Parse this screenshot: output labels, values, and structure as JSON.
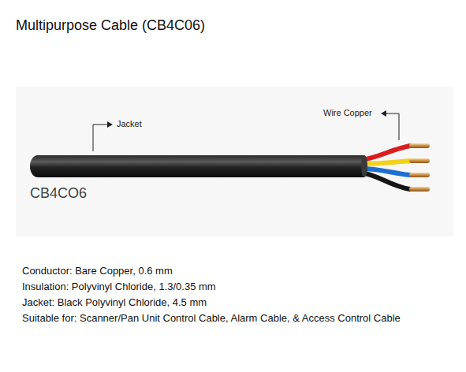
{
  "diagram": {
    "title": "Multipurpose Cable (CB4C06)",
    "labels": [
      "Jacket",
      "Wire Copper",
      "CB4CO6",
      "Conductor: Bare Copper, 0.6 mm",
      "Insulation: Polyvinyl Chloride, 1.3/0.35 mm",
      "Jacket: Black Polyvinyl Chloride, 4.5 mm",
      "Suitable for: Scanner/Pan Unit Control Cable, Alarm Cable, & Access Control Cable"
    ]
  }
}
